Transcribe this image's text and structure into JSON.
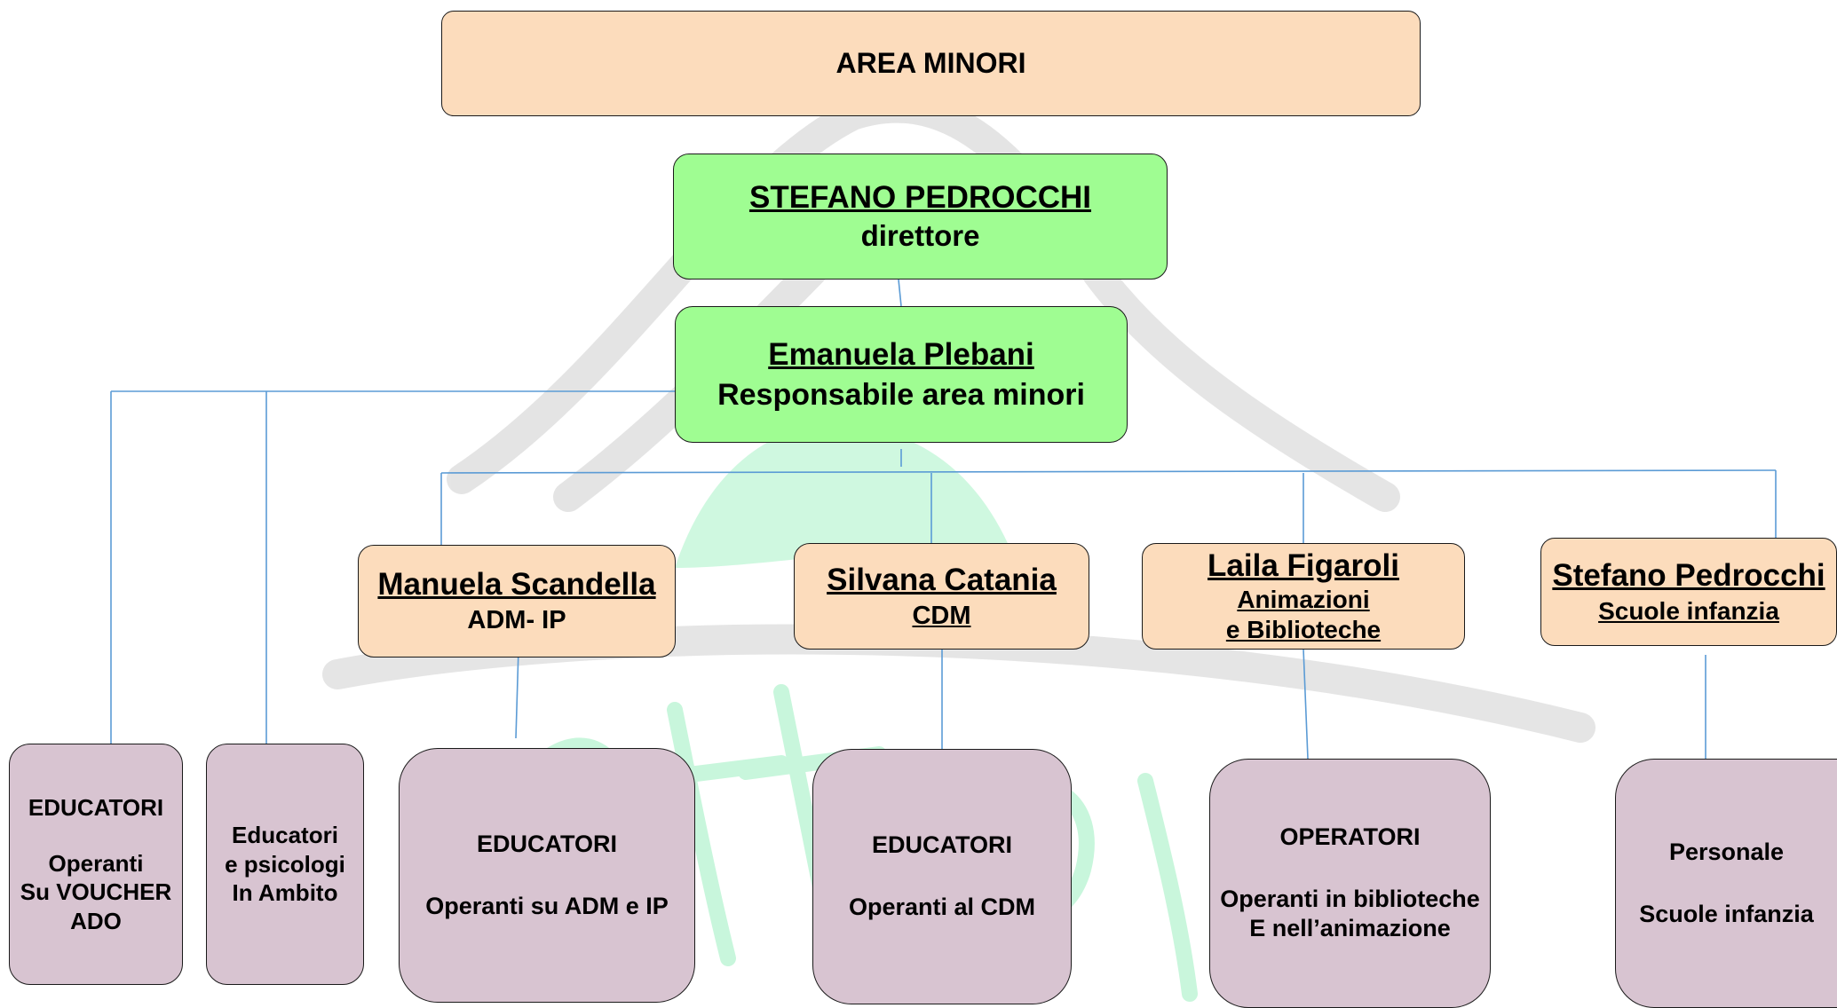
{
  "colors": {
    "header_fill": "#fcdcbc",
    "manager_fill": "#9ffd92",
    "lead_fill": "#fcdcbc",
    "team_fill": "#d8c4d1",
    "connector": "#5b9bd5",
    "watermark_green": "#bff5d6",
    "watermark_grey": "#c8c8c8"
  },
  "header": {
    "title": "AREA MINORI"
  },
  "director": {
    "name": "STEFANO PEDROCCHI",
    "role": "direttore"
  },
  "area_lead": {
    "name": "Emanuela Plebani",
    "role": "Responsabile area minori"
  },
  "leads": [
    {
      "name": "Manuela Scandella",
      "role": "ADM- IP"
    },
    {
      "name": "Silvana Catania",
      "role": "CDM"
    },
    {
      "name": "Laila Figaroli",
      "role_line1": "Animazioni",
      "role_line2": "e Biblioteche"
    },
    {
      "name": "Stefano Pedrocchi",
      "role": "Scuole infanzia"
    }
  ],
  "teams": [
    {
      "title": "EDUCATORI",
      "line1": "Operanti",
      "line2": "Su VOUCHER",
      "line3": "ADO"
    },
    {
      "line1": "Educatori",
      "line2": "e psicologi",
      "line3": "In Ambito"
    },
    {
      "title": "EDUCATORI",
      "line1": "Operanti su ADM e IP"
    },
    {
      "title": "EDUCATORI",
      "line1": "Operanti al CDM"
    },
    {
      "title": "OPERATORI",
      "line1": "Operanti in biblioteche",
      "line2": "E nell’animazione"
    },
    {
      "title": "Personale",
      "line1": "Scuole infanzia"
    }
  ]
}
